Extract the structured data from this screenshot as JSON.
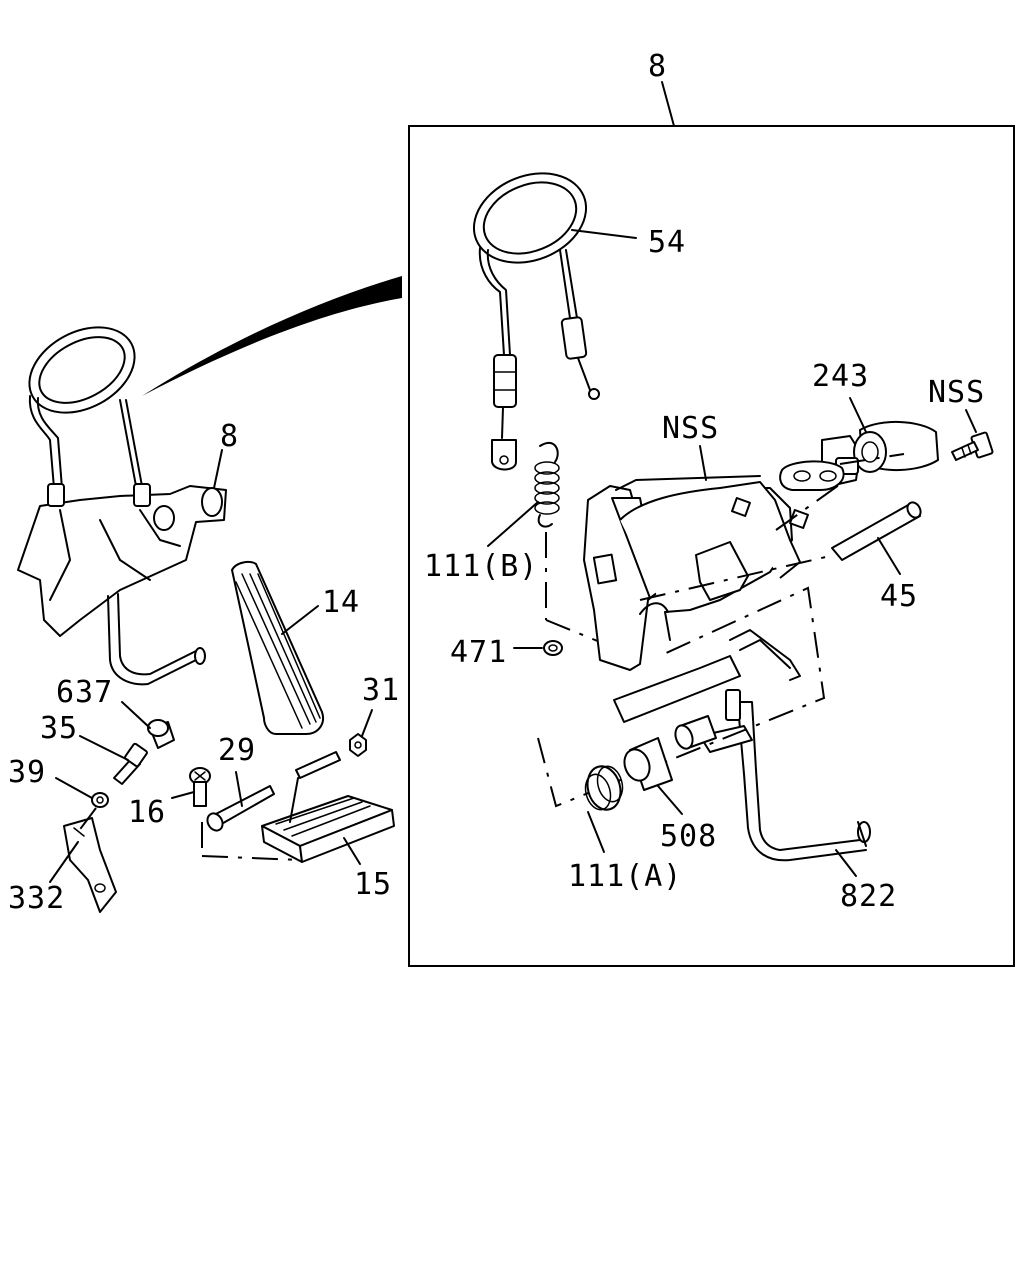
{
  "labels": {
    "l8_box": "8",
    "l54": "54",
    "l243": "243",
    "lnss_right": "NSS",
    "lnss_mid": "NSS",
    "l111b": "111(B)",
    "l45": "45",
    "l471": "471",
    "l508": "508",
    "l111a": "111(A)",
    "l822": "822",
    "l8_left": "8",
    "l14": "14",
    "l637": "637",
    "l35": "35",
    "l31": "31",
    "l29": "29",
    "l39": "39",
    "l16": "16",
    "l332": "332",
    "l15": "15"
  }
}
